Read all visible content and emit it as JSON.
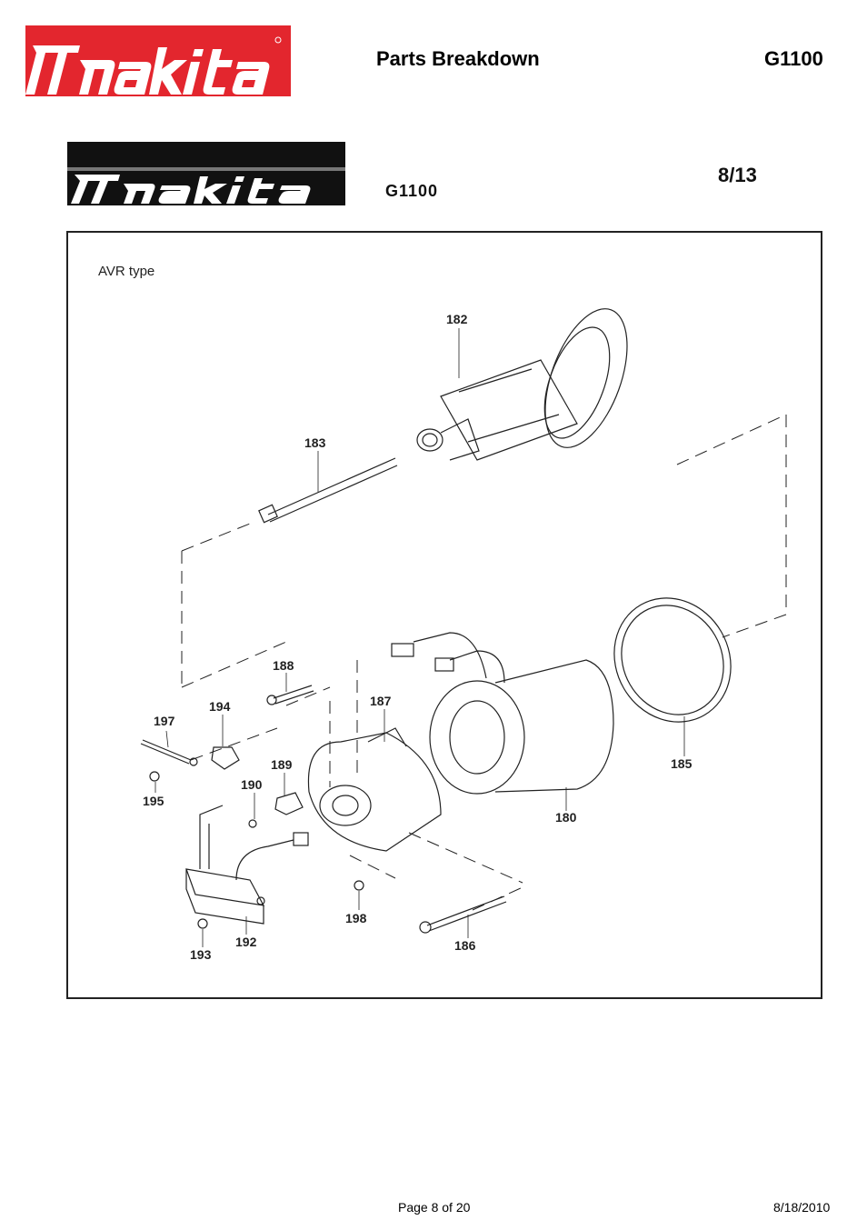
{
  "header": {
    "title": "Parts Breakdown",
    "model": "G1100",
    "brand_color": "#e3262e"
  },
  "sub_header": {
    "model": "G1100",
    "page_fraction": "8/13"
  },
  "diagram": {
    "section_label": "AVR type",
    "callouts": [
      "182",
      "183",
      "188",
      "194",
      "187",
      "197",
      "189",
      "190",
      "195",
      "185",
      "180",
      "198",
      "192",
      "193",
      "186"
    ]
  },
  "footer": {
    "page": "Page 8 of 20",
    "date": "8/18/2010"
  }
}
